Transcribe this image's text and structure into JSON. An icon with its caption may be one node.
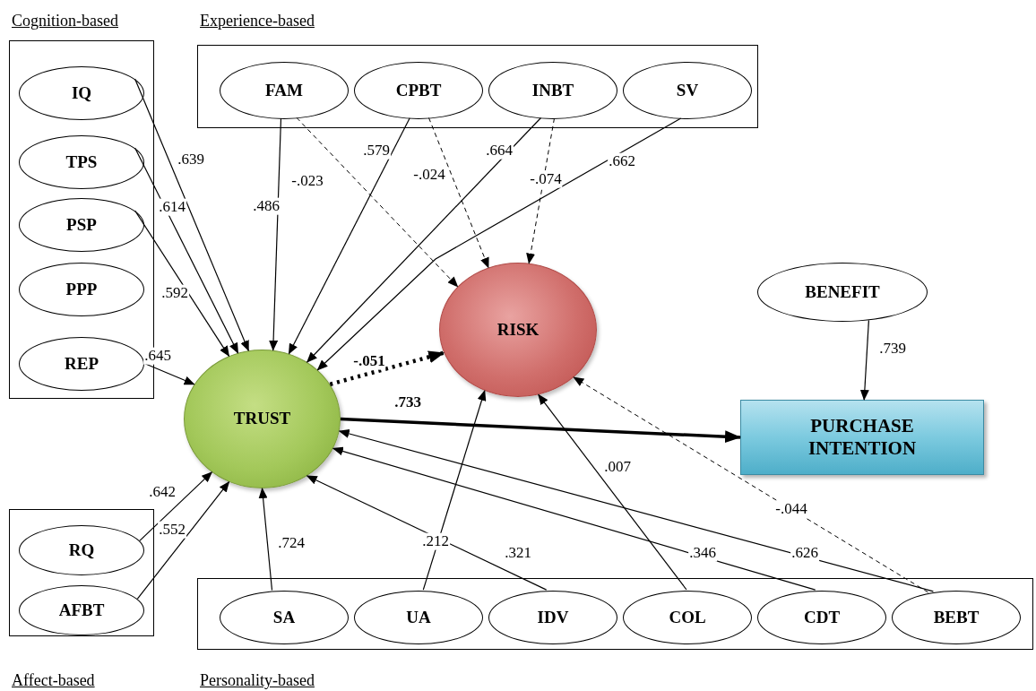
{
  "diagram": {
    "nodes": [
      {
        "text": [
          "Cognition-based"
        ]
      },
      {
        "text": [
          "IQ"
        ],
        "in": 0
      },
      {
        "text": [
          "TPS"
        ],
        "in": 0
      },
      {
        "text": [
          "PSP"
        ],
        "in": 0
      },
      {
        "text": [
          "PPP"
        ],
        "in": 0
      },
      {
        "text": [
          "REP"
        ],
        "in": 0
      },
      {
        "text": [
          "Experience-based"
        ]
      },
      {
        "text": [
          "FAM"
        ],
        "in": 6
      },
      {
        "text": [
          "CPBT"
        ],
        "in": 6
      },
      {
        "text": [
          "INBT"
        ],
        "in": 6
      },
      {
        "text": [
          "SV"
        ],
        "in": 6
      },
      {
        "text": [
          "TRUST"
        ]
      },
      {
        "text": [
          "RISK"
        ]
      },
      {
        "text": [
          "BENEFIT"
        ]
      },
      {
        "text": [
          "PURCHASE INTENTION"
        ]
      },
      {
        "text": [
          "Affect-based"
        ]
      },
      {
        "text": [
          "RQ"
        ],
        "in": 15
      },
      {
        "text": [
          "AFBT"
        ],
        "in": 15
      },
      {
        "text": [
          "Personality-based"
        ]
      },
      {
        "text": [
          "SA"
        ],
        "in": 18
      },
      {
        "text": [
          "UA"
        ],
        "in": 18
      },
      {
        "text": [
          "IDV"
        ],
        "in": 18
      },
      {
        "text": [
          "COL"
        ],
        "in": 18
      },
      {
        "text": [
          "CDT"
        ],
        "in": 18
      },
      {
        "text": [
          "BEBT"
        ],
        "in": 18
      }
    ],
    "edges": [
      {
        "from": 1,
        "to": 11,
        "arrow": "to",
        "label": ".639"
      },
      {
        "from": 2,
        "to": 11,
        "arrow": "to",
        "label": ".614"
      },
      {
        "from": 3,
        "to": 11,
        "arrow": "to",
        "label": ".592"
      },
      {
        "from": 5,
        "to": 11,
        "arrow": "to",
        "label": ".645"
      },
      {
        "from": 7,
        "to": 11,
        "arrow": "to",
        "label": ".486"
      },
      {
        "from": 7,
        "to": 12,
        "arrow": "to",
        "label": "-.023",
        "style": "dashed"
      },
      {
        "from": 8,
        "to": 11,
        "arrow": "to",
        "label": ".579"
      },
      {
        "from": 8,
        "to": 12,
        "arrow": "to",
        "label": "-.024",
        "style": "dashed"
      },
      {
        "from": 9,
        "to": 11,
        "arrow": "to",
        "label": ".664"
      },
      {
        "from": 9,
        "to": 12,
        "arrow": "to",
        "label": "-.074",
        "style": "dashed"
      },
      {
        "from": 10,
        "to": 11,
        "arrow": "to",
        "label": ".662"
      },
      {
        "from": 11,
        "to": 12,
        "arrow": "to",
        "label": "-.051",
        "style": "dashed"
      },
      {
        "from": 11,
        "to": 14,
        "arrow": "to",
        "label": ".733",
        "style": "thick"
      },
      {
        "from": 13,
        "to": 14,
        "arrow": "to",
        "label": ".739"
      },
      {
        "from": 16,
        "to": 11,
        "arrow": "to",
        "label": ".642"
      },
      {
        "from": 17,
        "to": 11,
        "arrow": "to",
        "label": ".552"
      },
      {
        "from": 19,
        "to": 11,
        "arrow": "to",
        "label": ".724"
      },
      {
        "from": 20,
        "to": 12,
        "arrow": "to",
        "label": ".212"
      },
      {
        "from": 21,
        "to": 11,
        "arrow": "to",
        "label": ".321"
      },
      {
        "from": 22,
        "to": 12,
        "arrow": "to",
        "label": ".007"
      },
      {
        "from": 23,
        "to": 11,
        "arrow": "to",
        "label": ".346"
      },
      {
        "from": 24,
        "to": 11,
        "arrow": "to",
        "label": ".626"
      },
      {
        "from": 24,
        "to": 12,
        "arrow": "to",
        "label": "-.044",
        "style": "dashed"
      }
    ]
  }
}
